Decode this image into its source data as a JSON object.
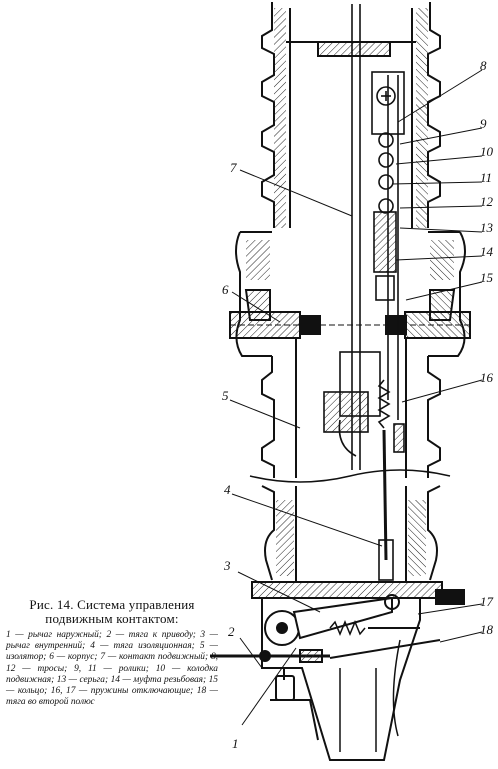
{
  "caption": {
    "title": "Рис. 14. Система управления подвижным контактом:",
    "legend": "1 — рычаг наружный; 2 — тяга к приводу; 3 — рычаг внутренний; 4 — тяга изоляционная; 5 — изолятор; 6 — корпус; 7 — контакт подвижный; 8, 12 — тросы; 9, 11 — ролики; 10 — колодка подвижная; 13 — серьга; 14 — муфта резьбовая; 15 — кольцо; 16, 17 — пружины отключающие; 18 — тяга во второй полюс"
  },
  "callouts": [
    {
      "id": "1",
      "label": "1"
    },
    {
      "id": "2",
      "label": "2"
    },
    {
      "id": "3",
      "label": "3"
    },
    {
      "id": "4",
      "label": "4"
    },
    {
      "id": "5",
      "label": "5"
    },
    {
      "id": "6",
      "label": "6"
    },
    {
      "id": "7",
      "label": "7"
    },
    {
      "id": "8",
      "label": "8"
    },
    {
      "id": "9",
      "label": "9"
    },
    {
      "id": "10",
      "label": "10"
    },
    {
      "id": "11",
      "label": "11"
    },
    {
      "id": "12",
      "label": "12"
    },
    {
      "id": "13",
      "label": "13"
    },
    {
      "id": "14",
      "label": "14"
    },
    {
      "id": "15",
      "label": "15"
    },
    {
      "id": "16",
      "label": "16"
    },
    {
      "id": "17",
      "label": "17"
    },
    {
      "id": "18",
      "label": "18"
    }
  ]
}
